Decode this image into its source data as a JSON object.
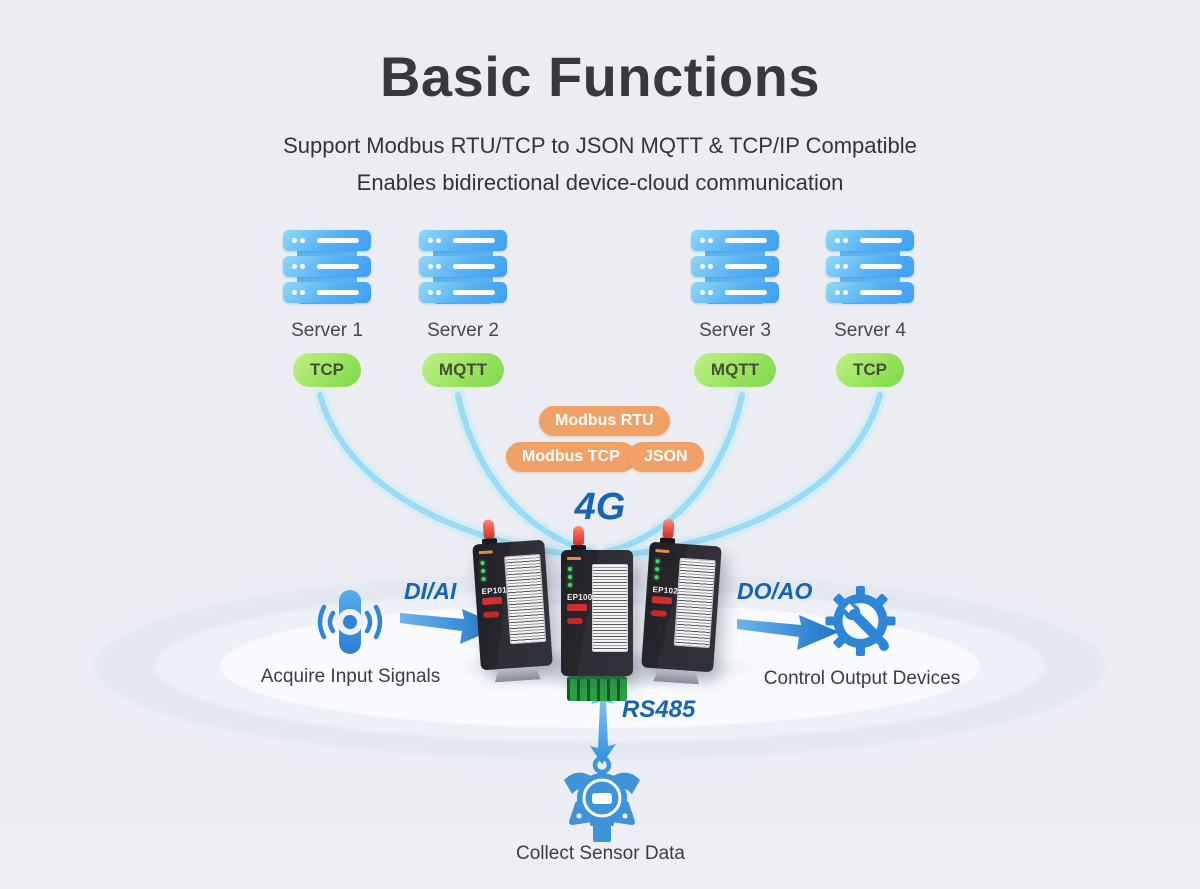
{
  "colors": {
    "background": "#ecedf2",
    "title_text": "#38383d",
    "accent_blue": "#1565b4",
    "server_blue": "#3f9ef2",
    "green_pill_bg": "#9ae45d",
    "green_pill_text": "#44503c",
    "orange_pill_bg": "#f0a266",
    "swoosh_cyan": "#9ddcf5",
    "device_black": "#26262b",
    "antenna_red": "#ef5a4a"
  },
  "header": {
    "title": "Basic Functions",
    "subtitle_line1": "Support Modbus RTU/TCP to JSON MQTT & TCP/IP Compatible",
    "subtitle_line2": "Enables bidirectional device-cloud communication"
  },
  "servers": [
    {
      "label": "Server 1",
      "protocol": "TCP"
    },
    {
      "label": "Server 2",
      "protocol": "MQTT"
    },
    {
      "label": "Server 3",
      "protocol": "MQTT"
    },
    {
      "label": "Server 4",
      "protocol": "TCP"
    }
  ],
  "protocol_badges": [
    "Modbus RTU",
    "Modbus TCP",
    "JSON"
  ],
  "network_label": "4G",
  "devices": {
    "models": [
      "EP101",
      "EP100",
      "EP102"
    ]
  },
  "left_flow": {
    "label": "DI/AI",
    "caption": "Acquire Input Signals"
  },
  "right_flow": {
    "label": "DO/AO",
    "caption": "Control Output Devices"
  },
  "bottom_flow": {
    "label": "RS485",
    "caption": "Collect Sensor Data"
  },
  "icons": {
    "left": "signal-icon",
    "right": "gear-wrench-icon",
    "bottom": "sensor-transmitter-icon",
    "servers": "server-stack-icon"
  }
}
